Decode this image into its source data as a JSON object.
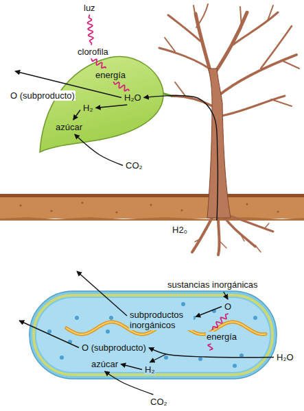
{
  "diagram": {
    "nodes": [
      {
        "text": [
          "clorofila",
          "energía",
          "H₂O",
          "H₂",
          "azúcar"
        ]
      },
      {
        "text": [
          "O",
          "subproductos inorgánicos",
          "energía",
          "O (subproducto)",
          "azúcar",
          "H₂"
        ]
      }
    ],
    "labels": [
      "luz",
      "O (subproducto)",
      "CO₂",
      "H2₀",
      "sustancias inorgánicas",
      "H₂O",
      "CO₂"
    ]
  }
}
